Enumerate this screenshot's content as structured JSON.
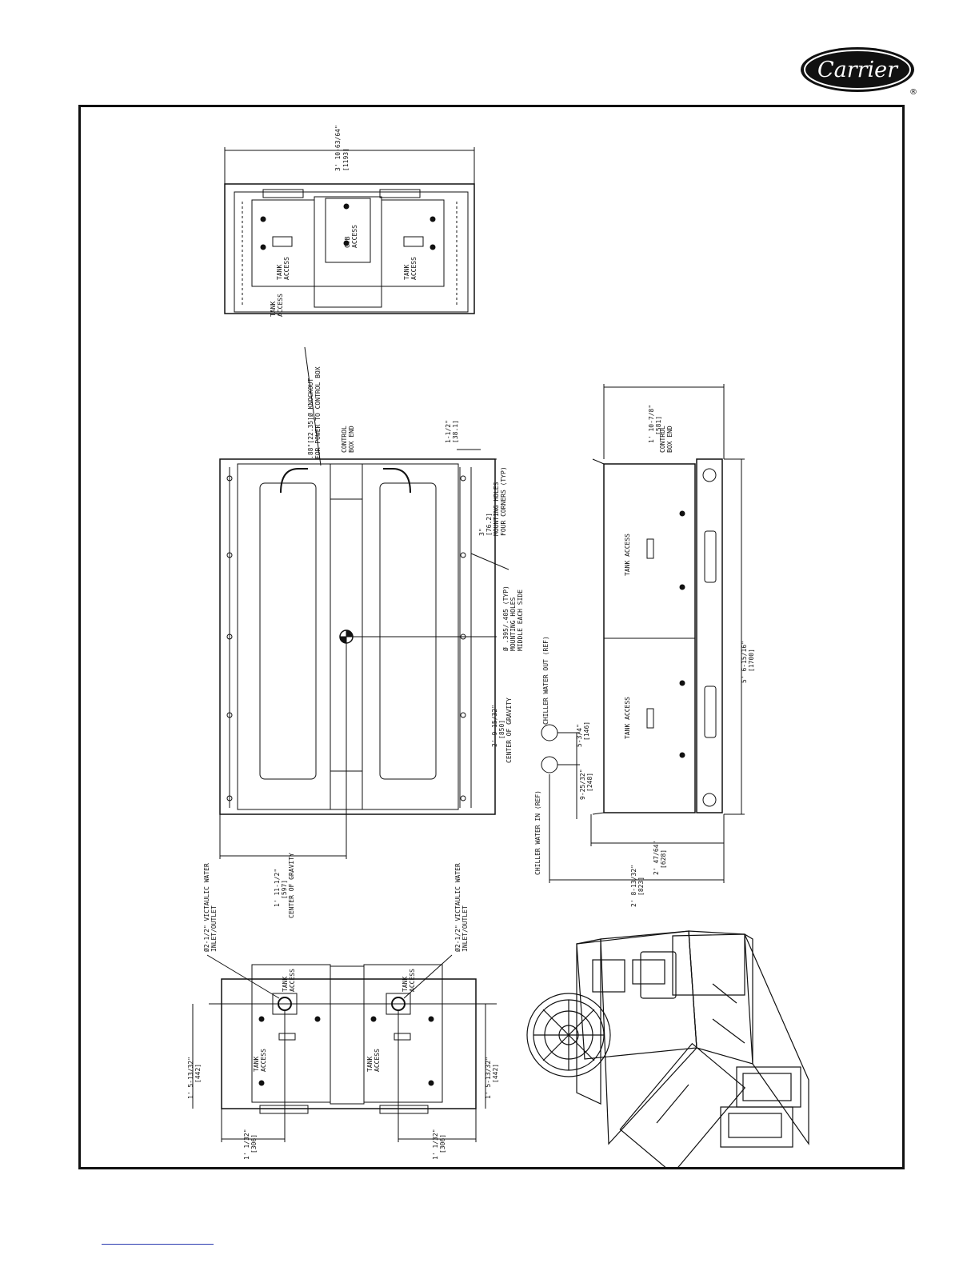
{
  "brand": {
    "name": "Carrier",
    "registered": "®"
  },
  "top_view": {
    "dimension": "3' 10-63/64\"",
    "dimension_mm": "[1193]",
    "label_tank_left": [
      "TANK",
      "ACCESS"
    ],
    "label_cb": [
      "C.B",
      "ACCESS"
    ],
    "label_tank_right": [
      "TANK",
      "ACCESS"
    ],
    "label_tank_side": [
      "TANK",
      "ACCESS"
    ]
  },
  "plan_view": {
    "knockout_note": [
      ".88\"[22.35]Ø KNOCKOUT",
      "FOR POWER TO CONTROL BOX"
    ],
    "control_box_end": [
      "CONTROL",
      "BOX END"
    ],
    "offset": "1-1/2\"",
    "offset_mm": "[38.1]",
    "mounting_corner": [
      "3\"",
      "[76.2]",
      "MOUNTING HOLES",
      "FOUR CORNERS (TYP)"
    ],
    "mounting_middle": [
      "Ø .395/.405 (TYP)",
      "MOUNTING HOLES",
      "MIDDLE EACH SIDE"
    ],
    "cog_long": [
      "2' 9-15/32\"",
      "[850]",
      "CENTER OF GRAVITY"
    ],
    "cog_short": [
      "1' 11-1/2\"",
      "[597]",
      "CENTER OF GRAVITY"
    ]
  },
  "side_view": {
    "dim_depth": "1' 10-7/8\"",
    "dim_depth_mm": "[581]",
    "control_box_end": [
      "CONTROL",
      "BOX END"
    ],
    "tank_access_top": "TANK ACCESS",
    "tank_access_bottom": "TANK ACCESS",
    "dim_length": "5' 6-15/16\"",
    "dim_length_mm": "[1700]",
    "chiller_out": "CHILLER WATER OUT (REF)",
    "chiller_in": "CHILLER WATER IN (REF)",
    "dim_spacing": "5-3/4\"",
    "dim_spacing_mm": "[146]",
    "dim_in": "9-25/32\"",
    "dim_in_mm": "[248]",
    "dim_base": "2' 47/64\"",
    "dim_base_mm": "[628]",
    "dim_overall": "2' 8-13/32\"",
    "dim_overall_mm": "[823]"
  },
  "end_view": {
    "victaulic_left": [
      "Ø2-1/2\" VICTAULIC WATER",
      "INLET/OUTLET"
    ],
    "victaulic_right": [
      "Ø2-1/2\" VICTAULIC WATER",
      "INLET/OUTLET"
    ],
    "tank_access": [
      "TANK",
      "ACCESS"
    ],
    "dim_height_left": "1' 5-13/32\"",
    "dim_height_left_mm": "[442]",
    "dim_height_right": "1' 5-13/32\"",
    "dim_height_right_mm": "[442]",
    "dim_off_left": "1' 1/32\"",
    "dim_off_left_mm": "[306]",
    "dim_off_right": "1' 1/32\"",
    "dim_off_right_mm": "[306]"
  }
}
